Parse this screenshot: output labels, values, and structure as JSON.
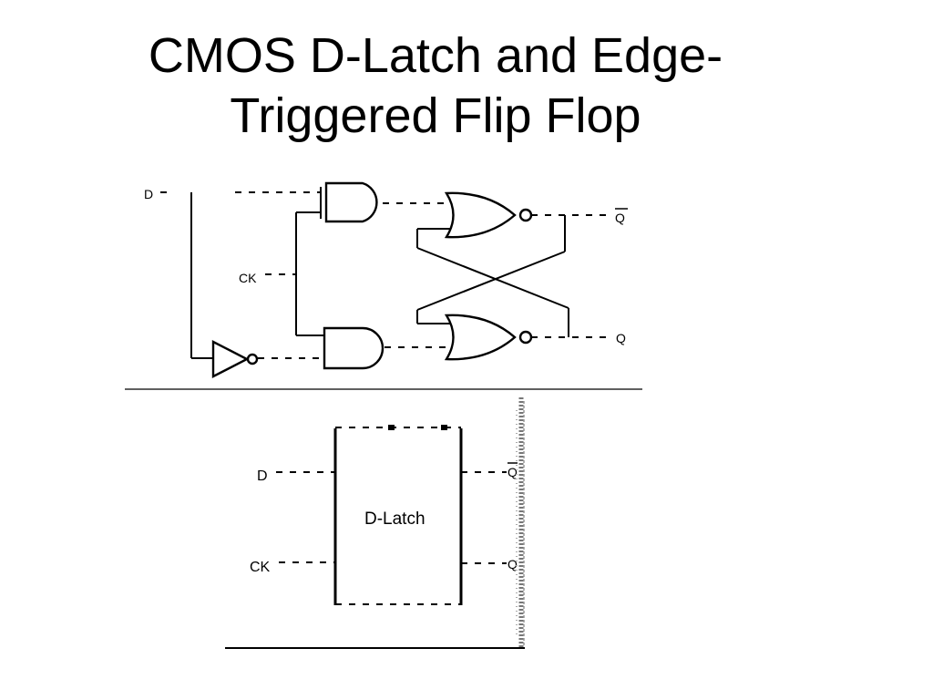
{
  "title": {
    "line1": "CMOS D-Latch and Edge-",
    "line2": "Triggered Flip Flop"
  },
  "latch_circuit": {
    "input_d": "D",
    "input_ck": "CK",
    "output_qbar": "Q",
    "output_q": "Q"
  },
  "latch_block": {
    "label": "D-Latch",
    "input_d": "D",
    "input_ck": "CK",
    "output_top": "Q",
    "output_bottom": "Q"
  }
}
